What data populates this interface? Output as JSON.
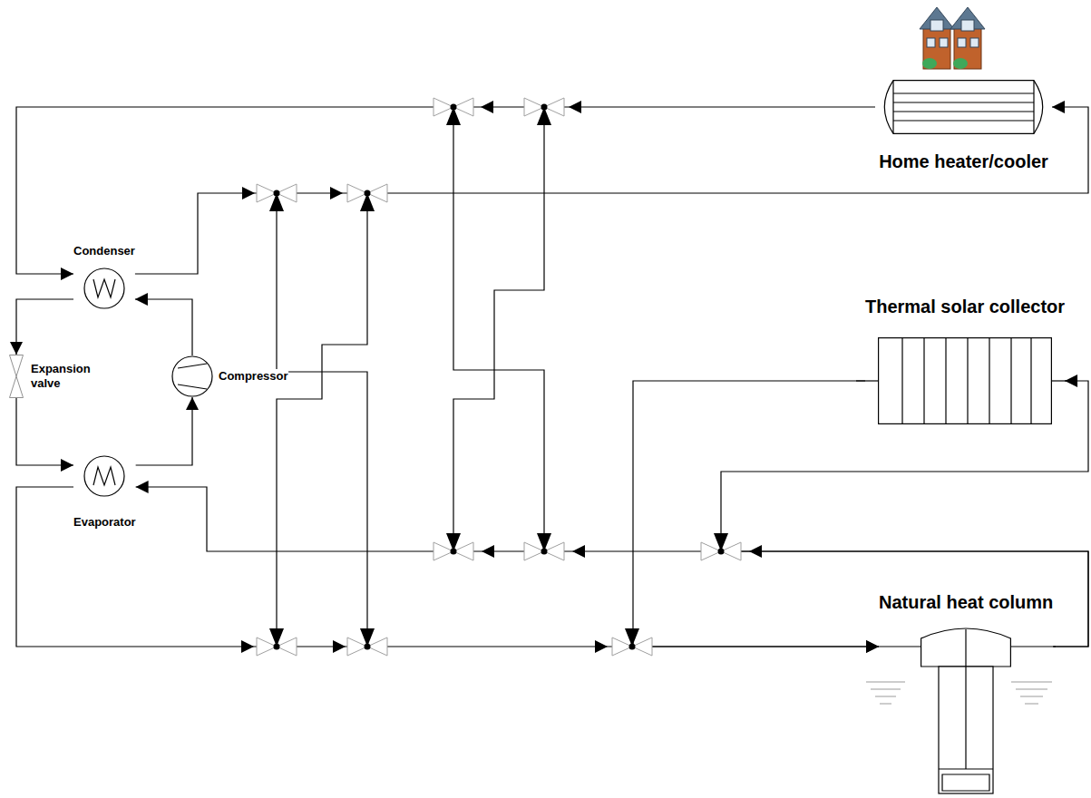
{
  "diagram": {
    "nodes": [
      {
        "text": [
          "Home heater/cooler"
        ]
      },
      {
        "text": [
          "Condenser"
        ]
      },
      {
        "text": [
          "Thermal solar collector"
        ]
      },
      {
        "text": [
          "Expansion valve"
        ]
      },
      {
        "text": [
          "Compressor"
        ]
      },
      {
        "text": [
          "Evaporator"
        ]
      },
      {
        "text": [
          "Natural heat column"
        ]
      }
    ],
    "edges": [
      {
        "from": 4,
        "to": 1,
        "arrow": "to"
      },
      {
        "from": 1,
        "to": 3,
        "arrow": "to"
      },
      {
        "from": 3,
        "to": 5,
        "arrow": "to"
      },
      {
        "from": 5,
        "to": 4,
        "arrow": "to"
      },
      {
        "from": 1,
        "to": 0,
        "arrow": "to"
      },
      {
        "from": 0,
        "to": 1,
        "arrow": "to"
      },
      {
        "from": 5,
        "to": 6,
        "arrow": "to"
      },
      {
        "from": 6,
        "to": 5,
        "arrow": "to"
      },
      {
        "from": 6,
        "to": 2,
        "arrow": "to"
      },
      {
        "from": 2,
        "to": 6,
        "arrow": "to"
      }
    ]
  }
}
